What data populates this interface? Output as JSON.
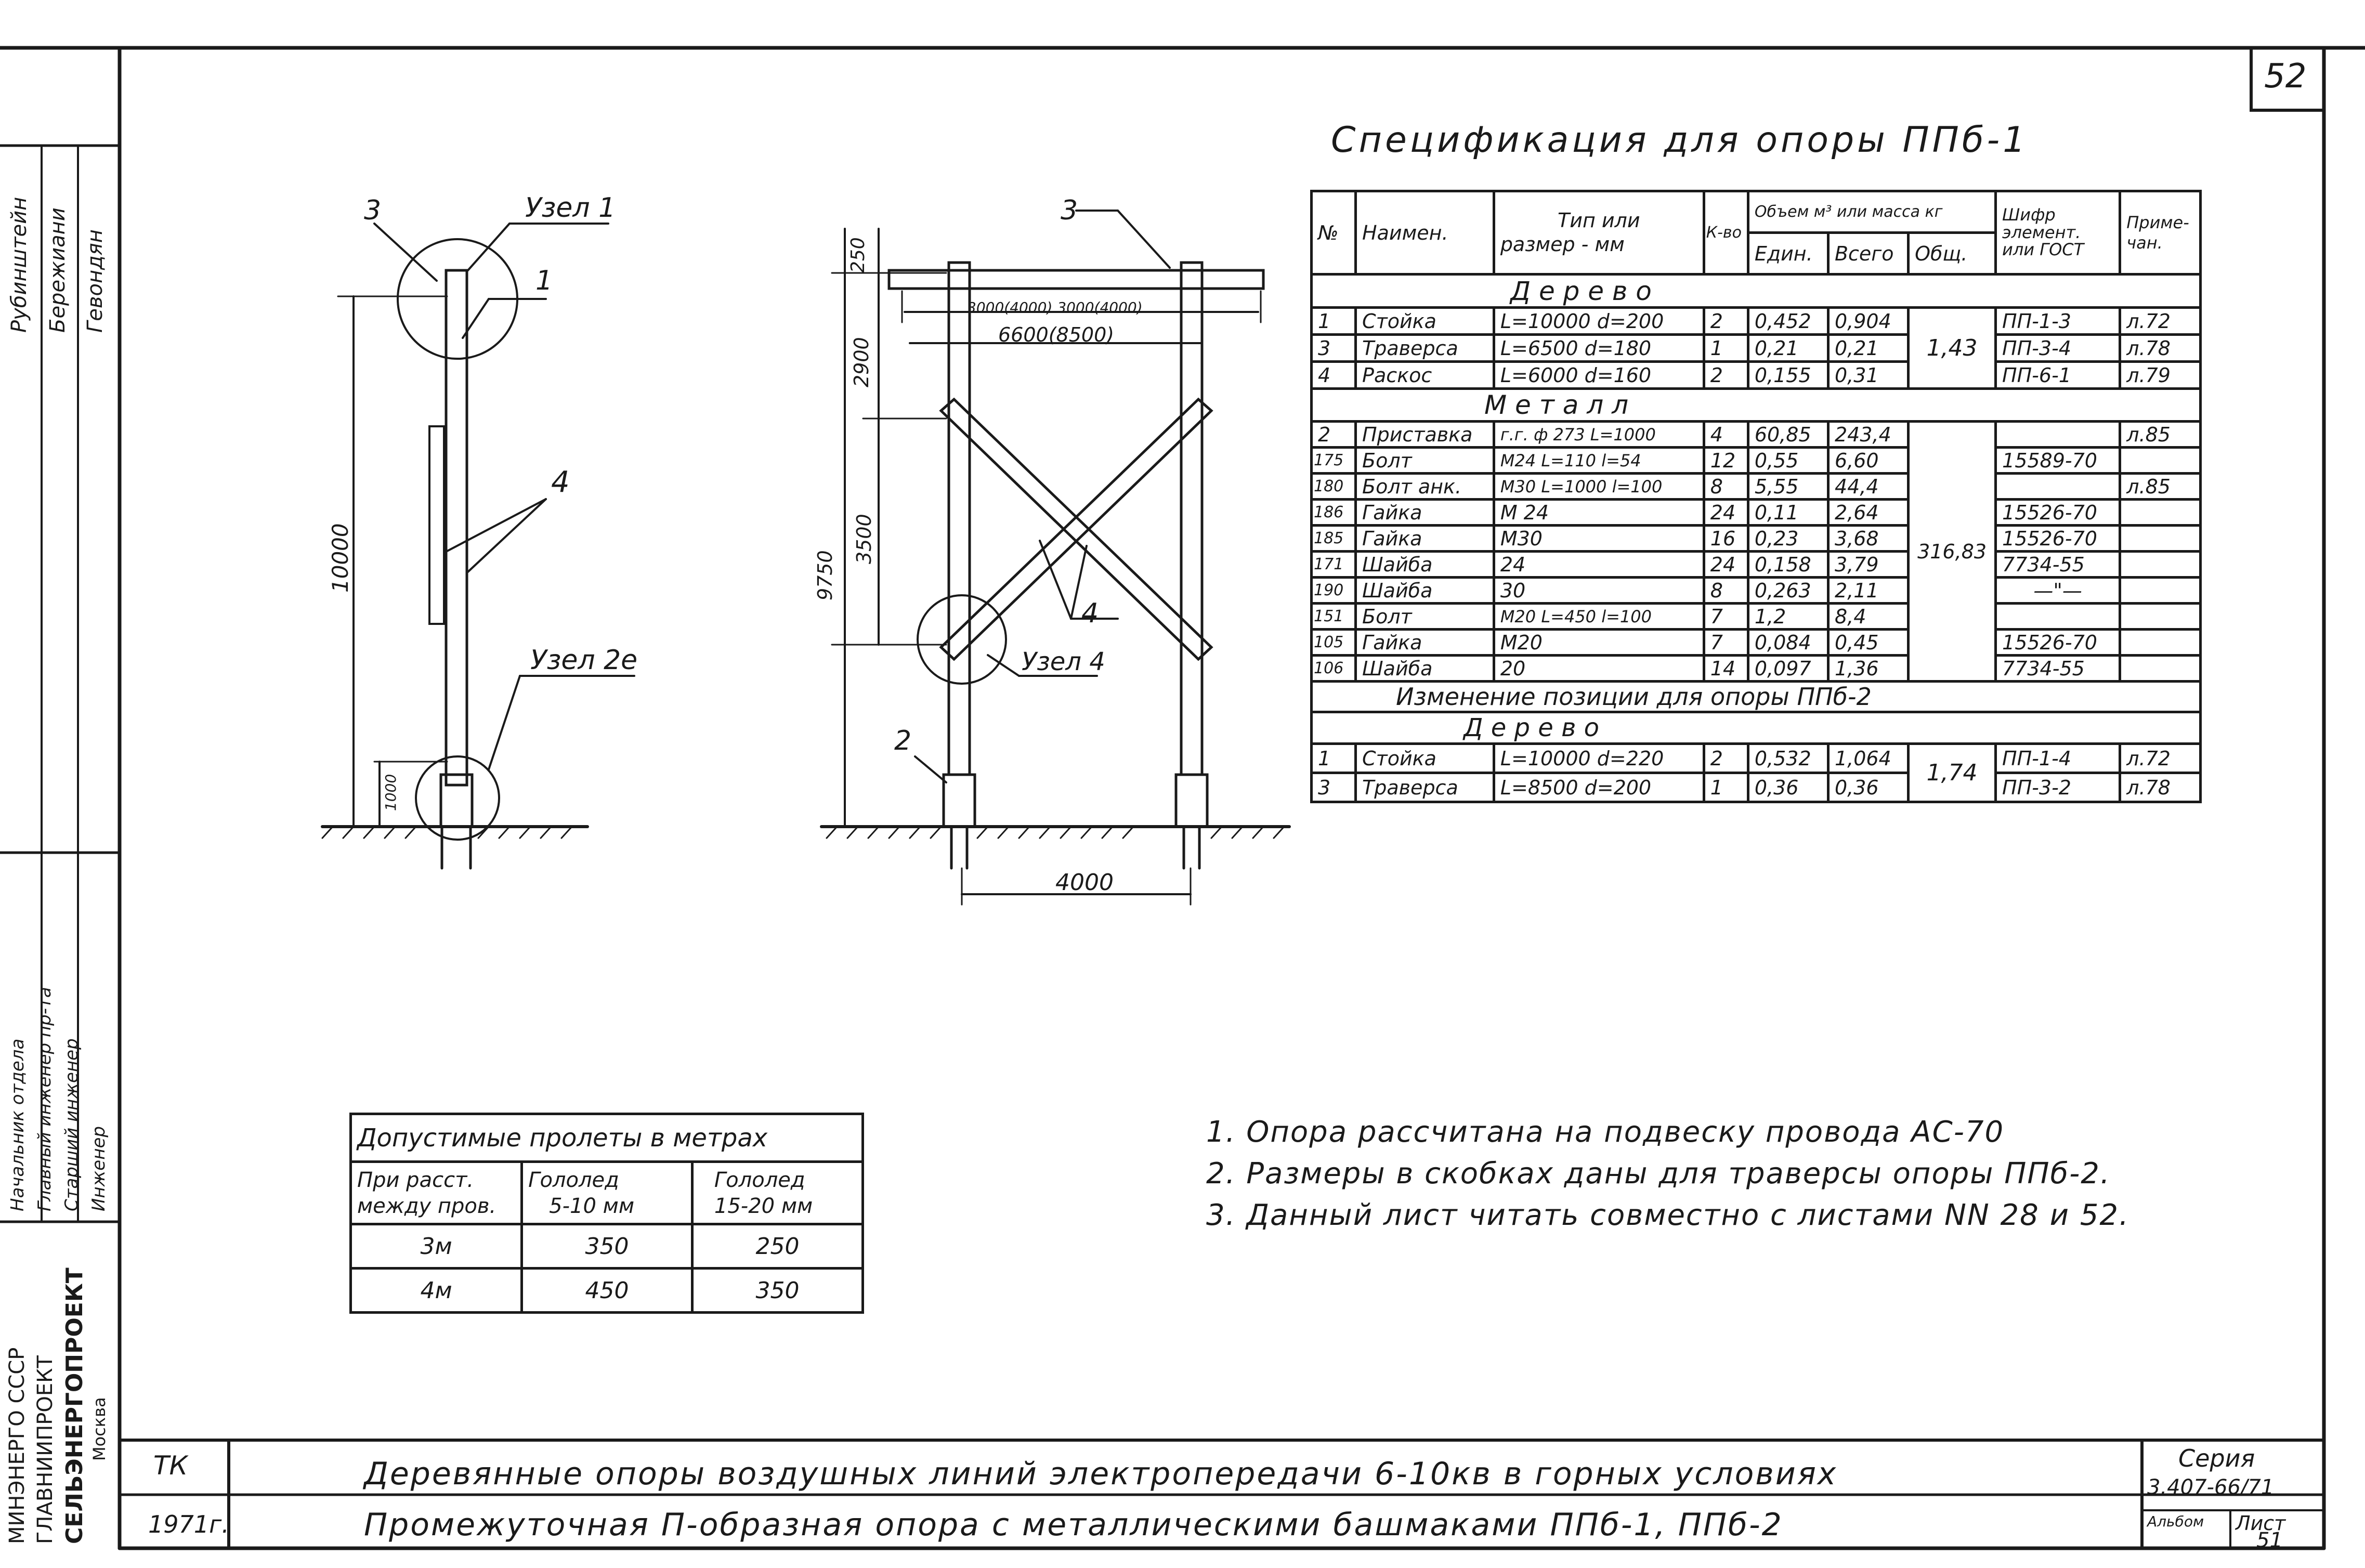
{
  "sheet_number": "52",
  "left_stamp": {
    "names": [
      "Рубинштейн",
      "Бережиани",
      "Гевондян"
    ],
    "positions": [
      "Начальник отдела",
      "Главный инженер пр-та",
      "Старший инженер",
      "Инженер"
    ],
    "org": [
      "МИНЭНЕРГО СССР",
      "ГЛАВНИИПРОЕКТ",
      "СЕЛЬЭНЕРГОПРОЕКТ",
      "Москва"
    ]
  },
  "side_view": {
    "labels": {
      "node1": "Узел 1",
      "n3": "3",
      "n1": "1",
      "n4": "4",
      "node2e": "Узел 2е"
    },
    "dims": {
      "height": "10000",
      "base": "1000"
    }
  },
  "front_view": {
    "labels": {
      "n3": "3",
      "n4": "4",
      "n2": "2",
      "node4": "Узел 4"
    },
    "dims": {
      "d250": "250",
      "d2900": "2900",
      "d3500": "3500",
      "d9750": "9750",
      "span_top": "3000(4000) 3000(4000)",
      "span_mid": "6600(8500)",
      "base": "4000"
    }
  },
  "spec": {
    "title": "Спецификация для опоры ППб-1",
    "headers": {
      "num": "№",
      "name": "Наимен.",
      "type": [
        "Тип или",
        "размер - мм"
      ],
      "qty": "К-во",
      "volume": "Объем м³ или масса кг",
      "unit": "Един.",
      "total": "Всего",
      "sum": "Общ.",
      "code": [
        "Шифр",
        "элемент.",
        "или ГОСТ"
      ],
      "note": [
        "Приме-",
        "чан."
      ]
    },
    "section_wood": "Д е р е в о",
    "wood_rows": [
      {
        "n": "1",
        "name": "Стойка",
        "type": "L=10000  d=200",
        "qty": "2",
        "unit": "0,452",
        "total": "0,904",
        "code": "ПП-1-3",
        "note": "л.72"
      },
      {
        "n": "3",
        "name": "Траверса",
        "type": "L=6500  d=180",
        "qty": "1",
        "unit": "0,21",
        "total": "0,21",
        "code": "ПП-3-4",
        "note": "л.78"
      },
      {
        "n": "4",
        "name": "Раскос",
        "type": "L=6000  d=160",
        "qty": "2",
        "unit": "0,155",
        "total": "0,31",
        "code": "ПП-6-1",
        "note": "л.79"
      }
    ],
    "wood_sum": "1,43",
    "section_metal": "М е т а л л",
    "metal_rows": [
      {
        "n": "2",
        "name": "Приставка",
        "type": "г.г. ф 273 L=1000",
        "qty": "4",
        "unit": "60,85",
        "total": "243,4",
        "code": "",
        "note": "л.85"
      },
      {
        "n": "175",
        "name": "Болт",
        "type": "М24 L=110 l=54",
        "qty": "12",
        "unit": "0,55",
        "total": "6,60",
        "code": "15589-70",
        "note": ""
      },
      {
        "n": "180",
        "name": "Болт анк.",
        "type": "М30 L=1000 l=100",
        "qty": "8",
        "unit": "5,55",
        "total": "44,4",
        "code": "",
        "note": "л.85"
      },
      {
        "n": "186",
        "name": "Гайка",
        "type": "М 24",
        "qty": "24",
        "unit": "0,11",
        "total": "2,64",
        "code": "15526-70",
        "note": ""
      },
      {
        "n": "185",
        "name": "Гайка",
        "type": "М30",
        "qty": "16",
        "unit": "0,23",
        "total": "3,68",
        "code": "15526-70",
        "note": ""
      },
      {
        "n": "171",
        "name": "Шайба",
        "type": "24",
        "qty": "24",
        "unit": "0,158",
        "total": "3,79",
        "code": "7734-55",
        "note": ""
      },
      {
        "n": "190",
        "name": "Шайба",
        "type": "30",
        "qty": "8",
        "unit": "0,263",
        "total": "2,11",
        "code": "—\"—",
        "note": ""
      },
      {
        "n": "151",
        "name": "Болт",
        "type": "М20 L=450 l=100",
        "qty": "7",
        "unit": "1,2",
        "total": "8,4",
        "code": "",
        "note": ""
      },
      {
        "n": "105",
        "name": "Гайка",
        "type": "М20",
        "qty": "7",
        "unit": "0,084",
        "total": "0,45",
        "code": "15526-70",
        "note": ""
      },
      {
        "n": "106",
        "name": "Шайба",
        "type": "20",
        "qty": "14",
        "unit": "0,097",
        "total": "1,36",
        "code": "7734-55",
        "note": ""
      }
    ],
    "metal_sum": "316,83",
    "section_change": "Изменение позиции для опоры ППб-2",
    "section_wood2": "Д е р е в о",
    "change_rows": [
      {
        "n": "1",
        "name": "Стойка",
        "type": "L=10000  d=220",
        "qty": "2",
        "unit": "0,532",
        "total": "1,064",
        "code": "ПП-1-4",
        "note": "л.72"
      },
      {
        "n": "3",
        "name": "Траверса",
        "type": "L=8500  d=200",
        "qty": "1",
        "unit": "0,36",
        "total": "0,36",
        "code": "ПП-3-2",
        "note": "л.78"
      }
    ],
    "change_sum": "1,74"
  },
  "spans": {
    "title": "Допустимые пролеты в метрах",
    "head": [
      [
        "При расст.",
        "между пров."
      ],
      [
        "Гололед",
        "5-10 мм"
      ],
      [
        "Гололед",
        "15-20 мм"
      ]
    ],
    "rows": [
      [
        "3м",
        "350",
        "250"
      ],
      [
        "4м",
        "450",
        "350"
      ]
    ]
  },
  "notes": [
    "1. Опора рассчитана на подвеску провода АС-70",
    "2. Размеры в скобках даны для траверсы опоры ППб-2.",
    "3. Данный лист читать совместно с листами NN 28 и 52."
  ],
  "title_block": {
    "tk": "ТК",
    "year": "1971г.",
    "line1": "Деревянные опоры воздушных линий электропередачи 6-10кв в горных условиях",
    "line2": "Промежуточная П-образная опора с металлическими башмаками ППб-1, ППб-2",
    "series_label": "Серия",
    "series_value": "3.407-66/71",
    "album_label": "Альбом",
    "sheet_label": "Лист",
    "sheet_value": "51"
  }
}
